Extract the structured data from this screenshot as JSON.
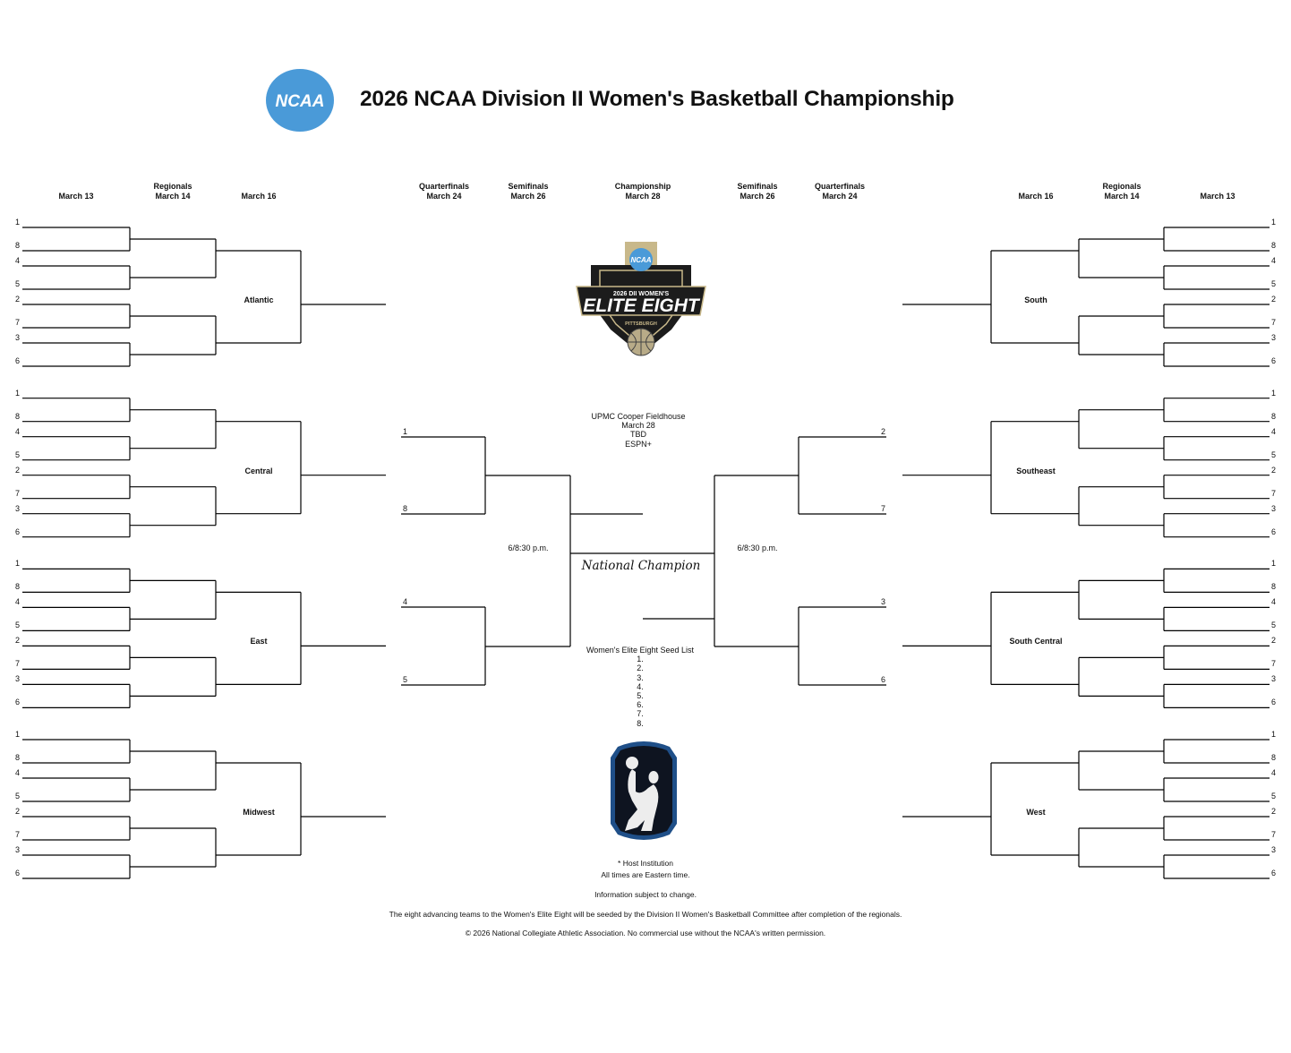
{
  "header": {
    "title": "2026 NCAA Division II Women's Basketball Championship",
    "logo_text": "NCAA",
    "logo_color": "#4a9ad8"
  },
  "rounds": {
    "left": [
      {
        "name": "",
        "date": "March 13"
      },
      {
        "name": "Regionals",
        "date": "March 14"
      },
      {
        "name": "",
        "date": "March 16"
      },
      {
        "name": "Quarterfinals",
        "date": "March 24"
      },
      {
        "name": "Semifinals",
        "date": "March 26"
      }
    ],
    "center": {
      "name": "Championship",
      "date": "March 28"
    },
    "right": [
      {
        "name": "Semifinals",
        "date": "March 26"
      },
      {
        "name": "Quarterfinals",
        "date": "March 24"
      },
      {
        "name": "",
        "date": "March 16"
      },
      {
        "name": "Regionals",
        "date": "March 14"
      },
      {
        "name": "",
        "date": "March 13"
      }
    ]
  },
  "regions": {
    "left": [
      "Atlantic",
      "Central",
      "East",
      "Midwest"
    ],
    "right": [
      "South",
      "Southeast",
      "South Central",
      "West"
    ]
  },
  "regional_seed_order": [
    "1",
    "8",
    "4",
    "5",
    "2",
    "7",
    "3",
    "6"
  ],
  "elite_eight": {
    "left_seeds": [
      "1",
      "8",
      "4",
      "5"
    ],
    "right_seeds": [
      "2",
      "7",
      "3",
      "6"
    ],
    "semifinal_time_left": "6/8:30 p.m.",
    "semifinal_time_right": "6/8:30 p.m."
  },
  "championship": {
    "venue": "UPMC Cooper Fieldhouse",
    "date": "March 28",
    "time": "TBD",
    "network": "ESPN+",
    "champion_label": "National Champion"
  },
  "elite_eight_logo": {
    "top_text": "2026 DII WOMEN'S",
    "main_text": "ELITE EIGHT",
    "city_text": "PITTSBURGH",
    "badge_text": "NCAA"
  },
  "seed_list": {
    "title": "Women's Elite Eight Seed List",
    "items": [
      "1.",
      "2.",
      "3.",
      "4.",
      "5.",
      "6.",
      "7.",
      "8."
    ]
  },
  "footer": {
    "host_note": "* Host Institution",
    "time_note": "All times are Eastern time.",
    "change_note": "Information subject to change.",
    "seeding_note": "The eight advancing teams to the Women's Elite Eight will be seeded by the Division II Women's Basketball Committee after completion of the regionals.",
    "copyright": "© 2026 National Collegiate Athletic Association. No commercial use without the NCAA's written permission."
  }
}
